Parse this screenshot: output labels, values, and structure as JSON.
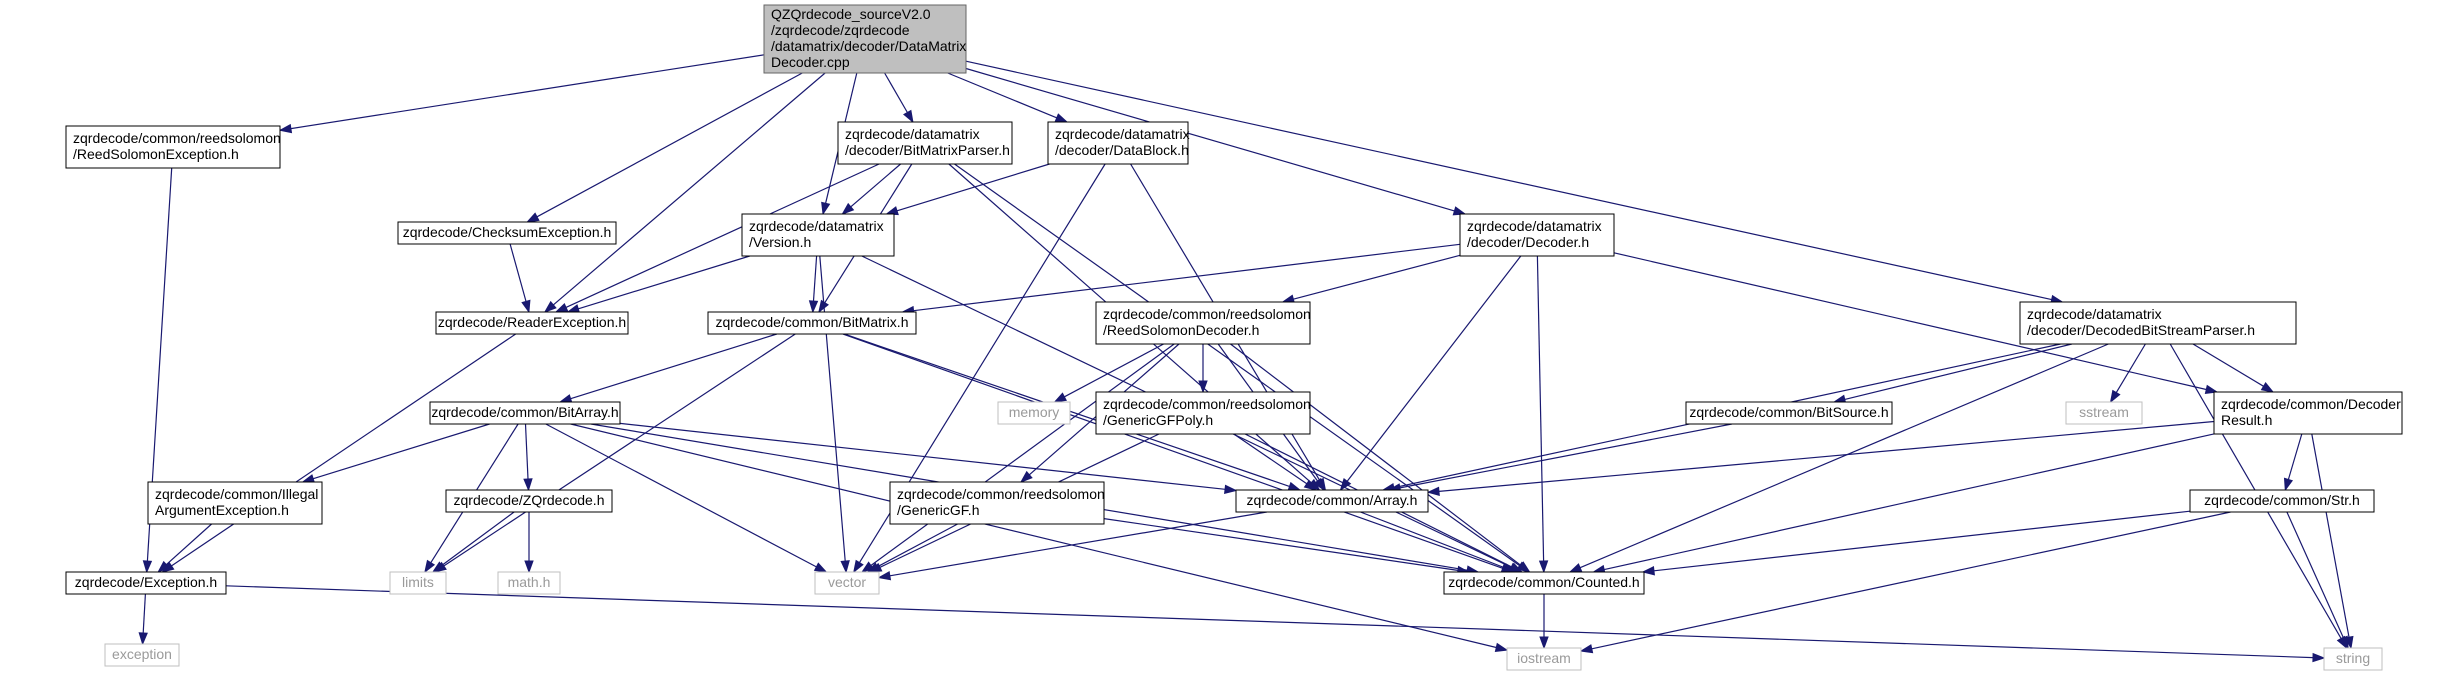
{
  "graph": {
    "edge_color": "#191970",
    "root_fill": "#bfbfbf",
    "system_text_color": "#9a9a9a",
    "nodes": [
      {
        "id": "root",
        "kind": "root",
        "lines": [
          "QZQrdecode_sourceV2.0",
          "/zqrdecode/zqrdecode",
          "/datamatrix/decoder/DataMatrix",
          "Decoder.cpp"
        ]
      },
      {
        "id": "rsexc",
        "kind": "normal",
        "lines": [
          "zqrdecode/common/reedsolomon",
          "/ReedSolomonException.h"
        ]
      },
      {
        "id": "bmp",
        "kind": "normal",
        "lines": [
          "zqrdecode/datamatrix",
          "/decoder/BitMatrixParser.h"
        ]
      },
      {
        "id": "dblock",
        "kind": "normal",
        "lines": [
          "zqrdecode/datamatrix",
          "/decoder/DataBlock.h"
        ]
      },
      {
        "id": "chk",
        "kind": "normal",
        "lines": [
          "zqrdecode/ChecksumException.h"
        ]
      },
      {
        "id": "ver",
        "kind": "normal",
        "lines": [
          "zqrdecode/datamatrix",
          "/Version.h"
        ]
      },
      {
        "id": "dec",
        "kind": "normal",
        "lines": [
          "zqrdecode/datamatrix",
          "/decoder/Decoder.h"
        ]
      },
      {
        "id": "dbsp",
        "kind": "normal",
        "lines": [
          "zqrdecode/datamatrix",
          "/decoder/DecodedBitStreamParser.h"
        ]
      },
      {
        "id": "rexc",
        "kind": "normal",
        "lines": [
          "zqrdecode/ReaderException.h"
        ]
      },
      {
        "id": "bitm",
        "kind": "normal",
        "lines": [
          "zqrdecode/common/BitMatrix.h"
        ]
      },
      {
        "id": "rsdec",
        "kind": "normal",
        "lines": [
          "zqrdecode/common/reedsolomon",
          "/ReedSolomonDecoder.h"
        ]
      },
      {
        "id": "bita",
        "kind": "normal",
        "lines": [
          "zqrdecode/common/BitArray.h"
        ]
      },
      {
        "id": "memory",
        "kind": "system",
        "lines": [
          "memory"
        ]
      },
      {
        "id": "gfpoly",
        "kind": "normal",
        "lines": [
          "zqrdecode/common/reedsolomon",
          "/GenericGFPoly.h"
        ]
      },
      {
        "id": "bsrc",
        "kind": "normal",
        "lines": [
          "zqrdecode/common/BitSource.h"
        ]
      },
      {
        "id": "sstream",
        "kind": "system",
        "lines": [
          "sstream"
        ]
      },
      {
        "id": "decres",
        "kind": "normal",
        "lines": [
          "zqrdecode/common/Decoder",
          "Result.h"
        ]
      },
      {
        "id": "illarg",
        "kind": "normal",
        "lines": [
          "zqrdecode/common/Illegal",
          "ArgumentException.h"
        ]
      },
      {
        "id": "zqr",
        "kind": "normal",
        "lines": [
          "zqrdecode/ZQrdecode.h"
        ]
      },
      {
        "id": "gengf",
        "kind": "normal",
        "lines": [
          "zqrdecode/common/reedsolomon",
          "/GenericGF.h"
        ]
      },
      {
        "id": "array",
        "kind": "normal",
        "lines": [
          "zqrdecode/common/Array.h"
        ]
      },
      {
        "id": "str",
        "kind": "normal",
        "lines": [
          "zqrdecode/common/Str.h"
        ]
      },
      {
        "id": "exc",
        "kind": "normal",
        "lines": [
          "zqrdecode/Exception.h"
        ]
      },
      {
        "id": "limits",
        "kind": "system",
        "lines": [
          "limits"
        ]
      },
      {
        "id": "mathh",
        "kind": "system",
        "lines": [
          "math.h"
        ]
      },
      {
        "id": "vector",
        "kind": "system",
        "lines": [
          "vector"
        ]
      },
      {
        "id": "counted",
        "kind": "normal",
        "lines": [
          "zqrdecode/common/Counted.h"
        ]
      },
      {
        "id": "exception",
        "kind": "system",
        "lines": [
          "exception"
        ]
      },
      {
        "id": "iostream",
        "kind": "system",
        "lines": [
          "iostream"
        ]
      },
      {
        "id": "string",
        "kind": "system",
        "lines": [
          "string"
        ]
      }
    ],
    "edges": [
      [
        "root",
        "rsexc"
      ],
      [
        "root",
        "chk"
      ],
      [
        "root",
        "rexc"
      ],
      [
        "root",
        "bmp"
      ],
      [
        "root",
        "ver"
      ],
      [
        "root",
        "dblock"
      ],
      [
        "root",
        "dec"
      ],
      [
        "root",
        "dbsp"
      ],
      [
        "rsexc",
        "exc"
      ],
      [
        "chk",
        "rexc"
      ],
      [
        "bmp",
        "rexc"
      ],
      [
        "bmp",
        "ver"
      ],
      [
        "bmp",
        "bitm"
      ],
      [
        "bmp",
        "array"
      ],
      [
        "bmp",
        "counted"
      ],
      [
        "dblock",
        "ver"
      ],
      [
        "dblock",
        "vector"
      ],
      [
        "dblock",
        "array"
      ],
      [
        "ver",
        "rexc"
      ],
      [
        "ver",
        "bitm"
      ],
      [
        "ver",
        "vector"
      ],
      [
        "ver",
        "counted"
      ],
      [
        "dec",
        "bitm"
      ],
      [
        "dec",
        "rsdec"
      ],
      [
        "dec",
        "array"
      ],
      [
        "dec",
        "counted"
      ],
      [
        "dec",
        "decres"
      ],
      [
        "dbsp",
        "bsrc"
      ],
      [
        "dbsp",
        "sstream"
      ],
      [
        "dbsp",
        "decres"
      ],
      [
        "dbsp",
        "array"
      ],
      [
        "dbsp",
        "counted"
      ],
      [
        "dbsp",
        "string"
      ],
      [
        "rexc",
        "exc"
      ],
      [
        "bitm",
        "limits"
      ],
      [
        "bitm",
        "bita"
      ],
      [
        "bitm",
        "array"
      ],
      [
        "bitm",
        "counted"
      ],
      [
        "rsdec",
        "memory"
      ],
      [
        "rsdec",
        "vector"
      ],
      [
        "rsdec",
        "gengf"
      ],
      [
        "rsdec",
        "gfpoly"
      ],
      [
        "rsdec",
        "array"
      ],
      [
        "rsdec",
        "counted"
      ],
      [
        "bita",
        "illarg"
      ],
      [
        "bita",
        "zqr"
      ],
      [
        "bita",
        "limits"
      ],
      [
        "bita",
        "vector"
      ],
      [
        "bita",
        "array"
      ],
      [
        "bita",
        "counted"
      ],
      [
        "bita",
        "iostream"
      ],
      [
        "gfpoly",
        "array"
      ],
      [
        "gfpoly",
        "counted"
      ],
      [
        "gfpoly",
        "vector"
      ],
      [
        "bsrc",
        "array"
      ],
      [
        "decres",
        "str"
      ],
      [
        "decres",
        "array"
      ],
      [
        "decres",
        "counted"
      ],
      [
        "decres",
        "string"
      ],
      [
        "illarg",
        "exc"
      ],
      [
        "zqr",
        "limits"
      ],
      [
        "zqr",
        "mathh"
      ],
      [
        "gengf",
        "vector"
      ],
      [
        "gengf",
        "counted"
      ],
      [
        "array",
        "vector"
      ],
      [
        "array",
        "counted"
      ],
      [
        "str",
        "counted"
      ],
      [
        "str",
        "string"
      ],
      [
        "str",
        "iostream"
      ],
      [
        "exc",
        "exception"
      ],
      [
        "exc",
        "string"
      ],
      [
        "counted",
        "iostream"
      ]
    ]
  }
}
